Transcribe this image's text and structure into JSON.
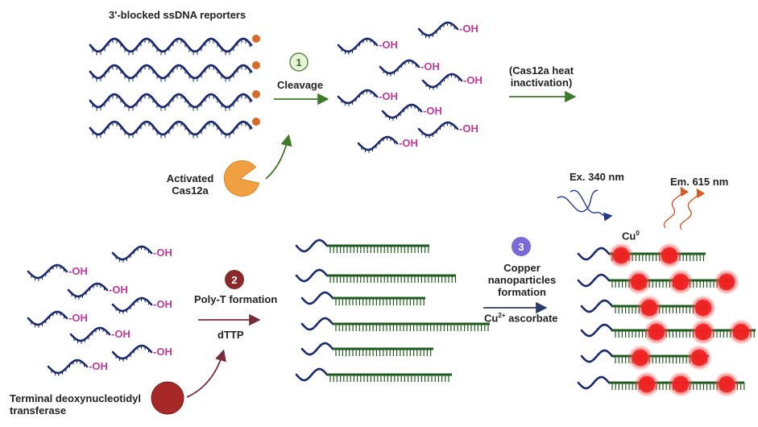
{
  "labels": {
    "reporters": "3'-blocked ssDNA reporters",
    "cleavage": "Cleavage",
    "heat_inactivation": "(Cas12a heat inactivation)",
    "activated_cas12a": "Activated Cas12a",
    "polyt": "Poly-T formation",
    "dttp": "dTTP",
    "copper": "Copper nanoparticles formation",
    "cu2_sup": "2+",
    "cu2_text": " ascorbate",
    "cu_prefix": "Cu",
    "cu0_sup": "0",
    "ex": "Ex. 340 nm",
    "em": "Em. 615 nm",
    "tdt": "Terminal deoxynucleotidyl transferase",
    "oh": "-OH"
  },
  "steps": [
    {
      "number": "1",
      "color": "#e8f3dc",
      "border": "#5a8a3a",
      "text_color": "#3a6a22"
    },
    {
      "number": "2",
      "color": "#8a2a2a"
    },
    {
      "number": "3",
      "color": "#7a6ad8"
    }
  ],
  "colors": {
    "dna": "#1c2a6e",
    "polyt": "#1f5a1f",
    "block": "#d8692a",
    "oh": "#c2389b",
    "arrow1": "#3e7a2a",
    "arrow2": "#7a2a3a",
    "arrow3": "#2a3a6e",
    "cas12a": "#f0a040",
    "tdt": "#a82828",
    "cu": "#ee2020",
    "ex_wave": "#2a3a8a",
    "em_wave": "#d85a2a"
  }
}
